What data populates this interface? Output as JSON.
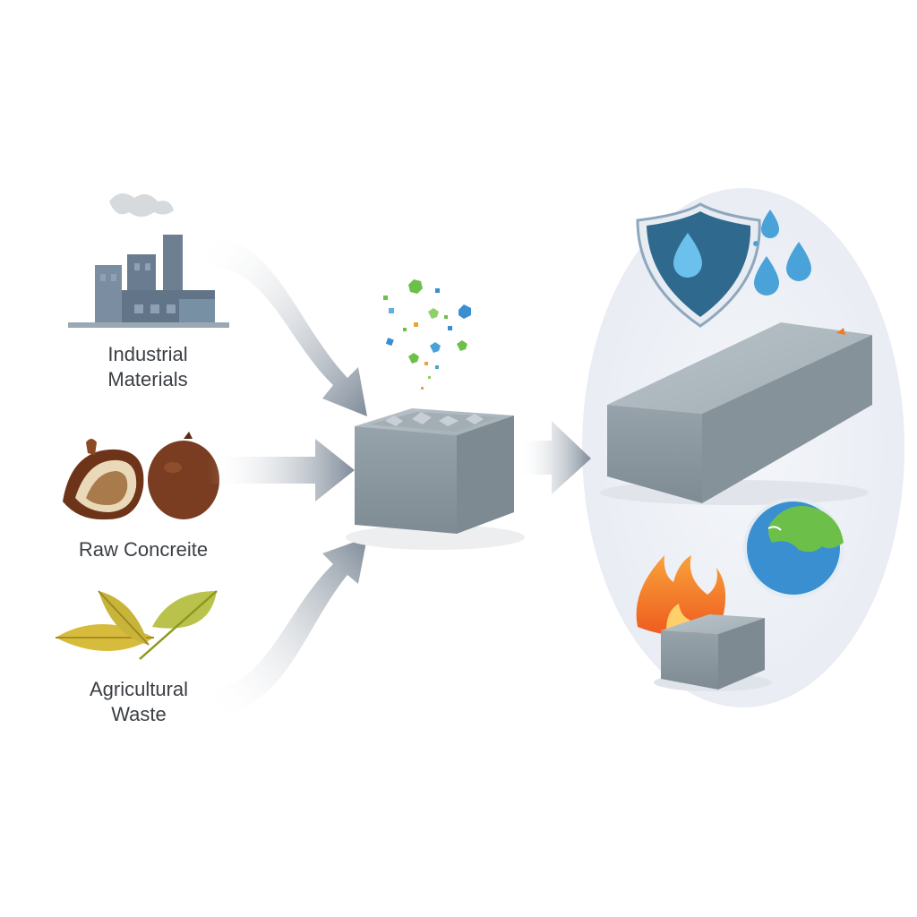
{
  "inputs": [
    {
      "id": "industrial",
      "lines": [
        "Industrial",
        "Materials"
      ],
      "icon": "factory-icon"
    },
    {
      "id": "raw",
      "lines": [
        "Raw Concreite"
      ],
      "icon": "coconut-icon"
    },
    {
      "id": "agricultural",
      "lines": [
        "Agricultural",
        "Waste"
      ],
      "icon": "leaves-icon"
    }
  ],
  "process": {
    "icon": "concrete-mixing-block-icon",
    "additives_icon": "additive-particles-icon"
  },
  "outputs": [
    {
      "id": "beam",
      "icon": "concrete-beam-icon"
    },
    {
      "id": "water-resistance",
      "icon": "shield-water-drop-icon"
    },
    {
      "id": "water",
      "icon": "water-drops-icon"
    },
    {
      "id": "eco",
      "icon": "earth-globe-icon"
    },
    {
      "id": "fire-resistance",
      "icon": "fire-brick-icon"
    }
  ],
  "colors": {
    "concrete": "#8f9aa1",
    "arrow": "#7b8796",
    "shield": "#2f6a8e",
    "water": "#4aa3d8",
    "fire": "#f07a2a",
    "earth_land": "#6cc04a",
    "earth_sea": "#3a8fd0",
    "panel": "#eef1f6"
  }
}
